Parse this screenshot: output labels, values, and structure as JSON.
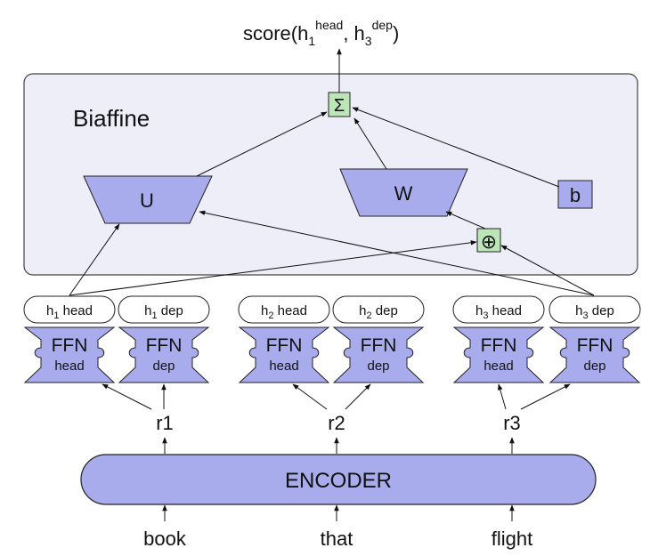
{
  "score": {
    "prefix": "score(h",
    "sub1": "1",
    "sup1": "head",
    "mid": ", h",
    "sub2": "3",
    "sup2": "dep",
    "suffix": ")"
  },
  "biaffine": {
    "title": "Biaffine"
  },
  "ops": {
    "sum": "Σ",
    "concat": "⊕"
  },
  "weights": {
    "U": "U",
    "W": "W",
    "b": "b"
  },
  "reps": [
    {
      "head_pre": "h",
      "head_sub": "1",
      "head_post": " head",
      "dep_pre": "h",
      "dep_sub": "1",
      "dep_post": " dep"
    },
    {
      "head_pre": "h",
      "head_sub": "2",
      "head_post": " head",
      "dep_pre": "h",
      "dep_sub": "2",
      "dep_post": " dep"
    },
    {
      "head_pre": "h",
      "head_sub": "3",
      "head_post": " head",
      "dep_pre": "h",
      "dep_sub": "3",
      "dep_post": " dep"
    }
  ],
  "ffn": {
    "title": "FFN",
    "head": "head",
    "dep": "dep"
  },
  "r": [
    "r1",
    "r2",
    "r3"
  ],
  "encoder": "ENCODER",
  "words": [
    "book",
    "that",
    "flight"
  ],
  "colors": {
    "panel": "#eeeef8",
    "ffn": "#a9acec",
    "op_box": "#bde6b8",
    "encoder": "#a9acec"
  }
}
